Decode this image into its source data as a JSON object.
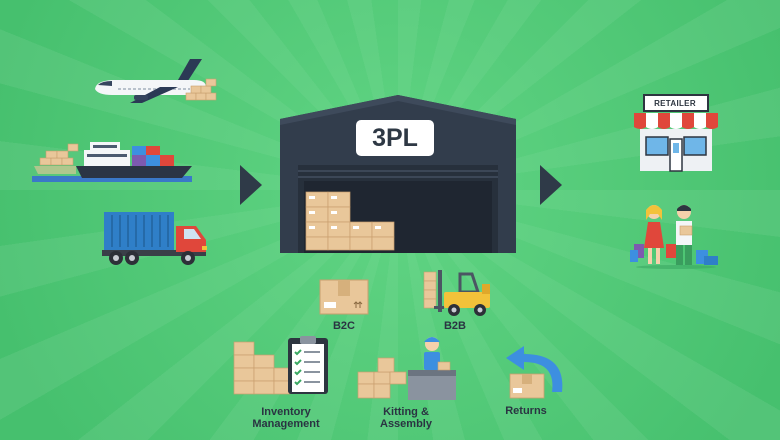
{
  "warehouse": {
    "label": "3PL"
  },
  "retailer": {
    "sign": "RETAILER"
  },
  "services": [
    {
      "label": "B2C"
    },
    {
      "label": "B2B"
    },
    {
      "label": "Inventory Management"
    },
    {
      "label": "Kitting & Assembly"
    },
    {
      "label": "Returns"
    }
  ],
  "icons": {
    "inbound": [
      "airplane-icon",
      "cargo-ship-icon",
      "container-truck-icon"
    ],
    "outbound": [
      "retail-store-icon",
      "shoppers-icon"
    ],
    "services": [
      "parcel-box-icon",
      "forklift-icon",
      "clipboard-checklist-icon",
      "assembly-worker-icon",
      "return-arrow-icon"
    ]
  },
  "colors": {
    "background": "#46c06e",
    "warehouse": "#323d4c",
    "box": "#e9c79a",
    "arrow": "#2f3a48",
    "return_arrow": "#3d8fe0",
    "forklift": "#f3c23a",
    "truck_container": "#2f7fc8",
    "truck_cab": "#e0473b"
  }
}
